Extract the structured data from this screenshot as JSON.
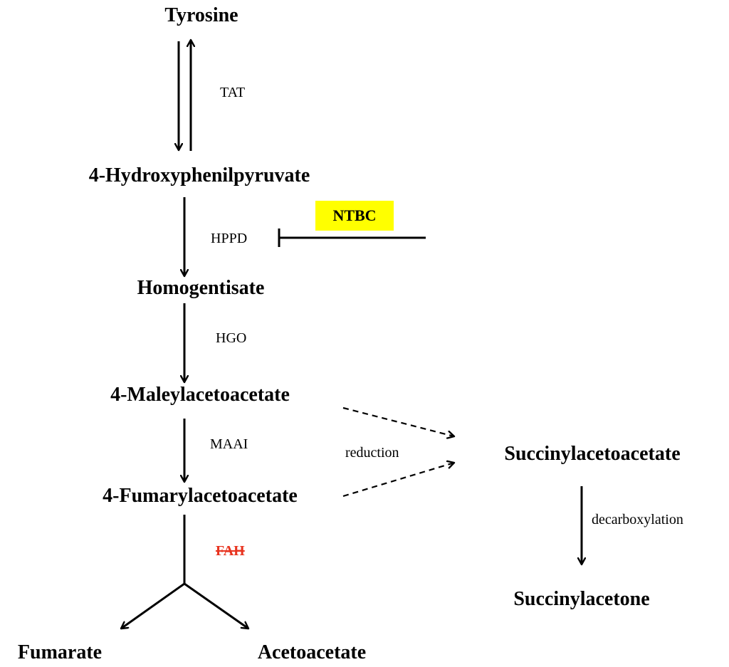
{
  "metabolites": {
    "tyrosine": "Tyrosine",
    "hydroxyphenylpyruvate": "4-Hydroxyphenilpyruvate",
    "homogentisate": "Homogentisate",
    "maleylacetoacetate": "4-Maleylacetoacetate",
    "fumarylacetoacetate": "4-Fumarylacetoacetate",
    "fumarate": "Fumarate",
    "acetoacetate": "Acetoacetate",
    "succinylacetoacetate": "Succinylacetoacetate",
    "succinylacetone": "Succinylacetone"
  },
  "enzymes": {
    "tat": "TAT",
    "hppd": "HPPD",
    "hgo": "HGO",
    "maai": "MAAI",
    "fah": "FAH"
  },
  "reactions": {
    "reduction": "reduction",
    "decarboxylation": "decarboxylation"
  },
  "inhibitor": {
    "label": "NTBC"
  },
  "colors": {
    "text": "#000000",
    "deficient_enzyme": "#e8331f",
    "inhibitor_highlight": "#ffff00",
    "arrow": "#000000"
  }
}
